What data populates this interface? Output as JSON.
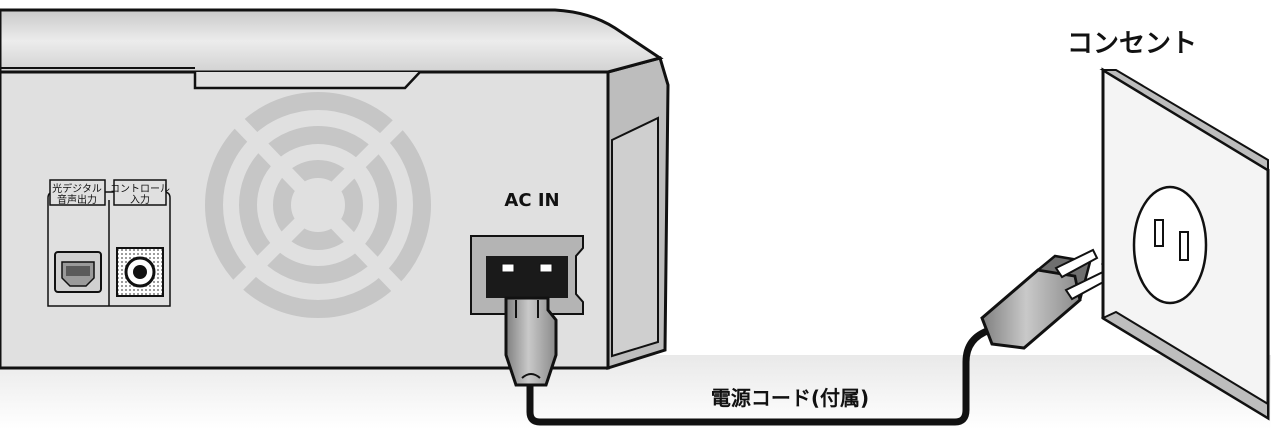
{
  "labels": {
    "outlet": "コンセント",
    "ac_in": "AC IN",
    "power_cord": "電源コード(付属)",
    "optical_digital_line1": "光デジタル",
    "optical_digital_line2": "音声出力",
    "control_line1": "コントロール",
    "control_line2": "入力"
  },
  "icons": {
    "fan_vent": "fan-vent-icon",
    "optical_port": "optical-port-icon",
    "control_jack": "control-jack-icon",
    "ac_inlet": "ac-inlet-icon",
    "iec_plug": "iec-plug-icon",
    "wall_plug": "wall-plug-icon",
    "wall_outlet": "wall-outlet-icon"
  },
  "colors": {
    "chassis": "#dcdcdc",
    "chassis_light": "#ececec",
    "vent": "#c6c6c6",
    "cord": "#111111",
    "plug": "#9a9a9a",
    "wall_plate": "#f4f4f4"
  }
}
